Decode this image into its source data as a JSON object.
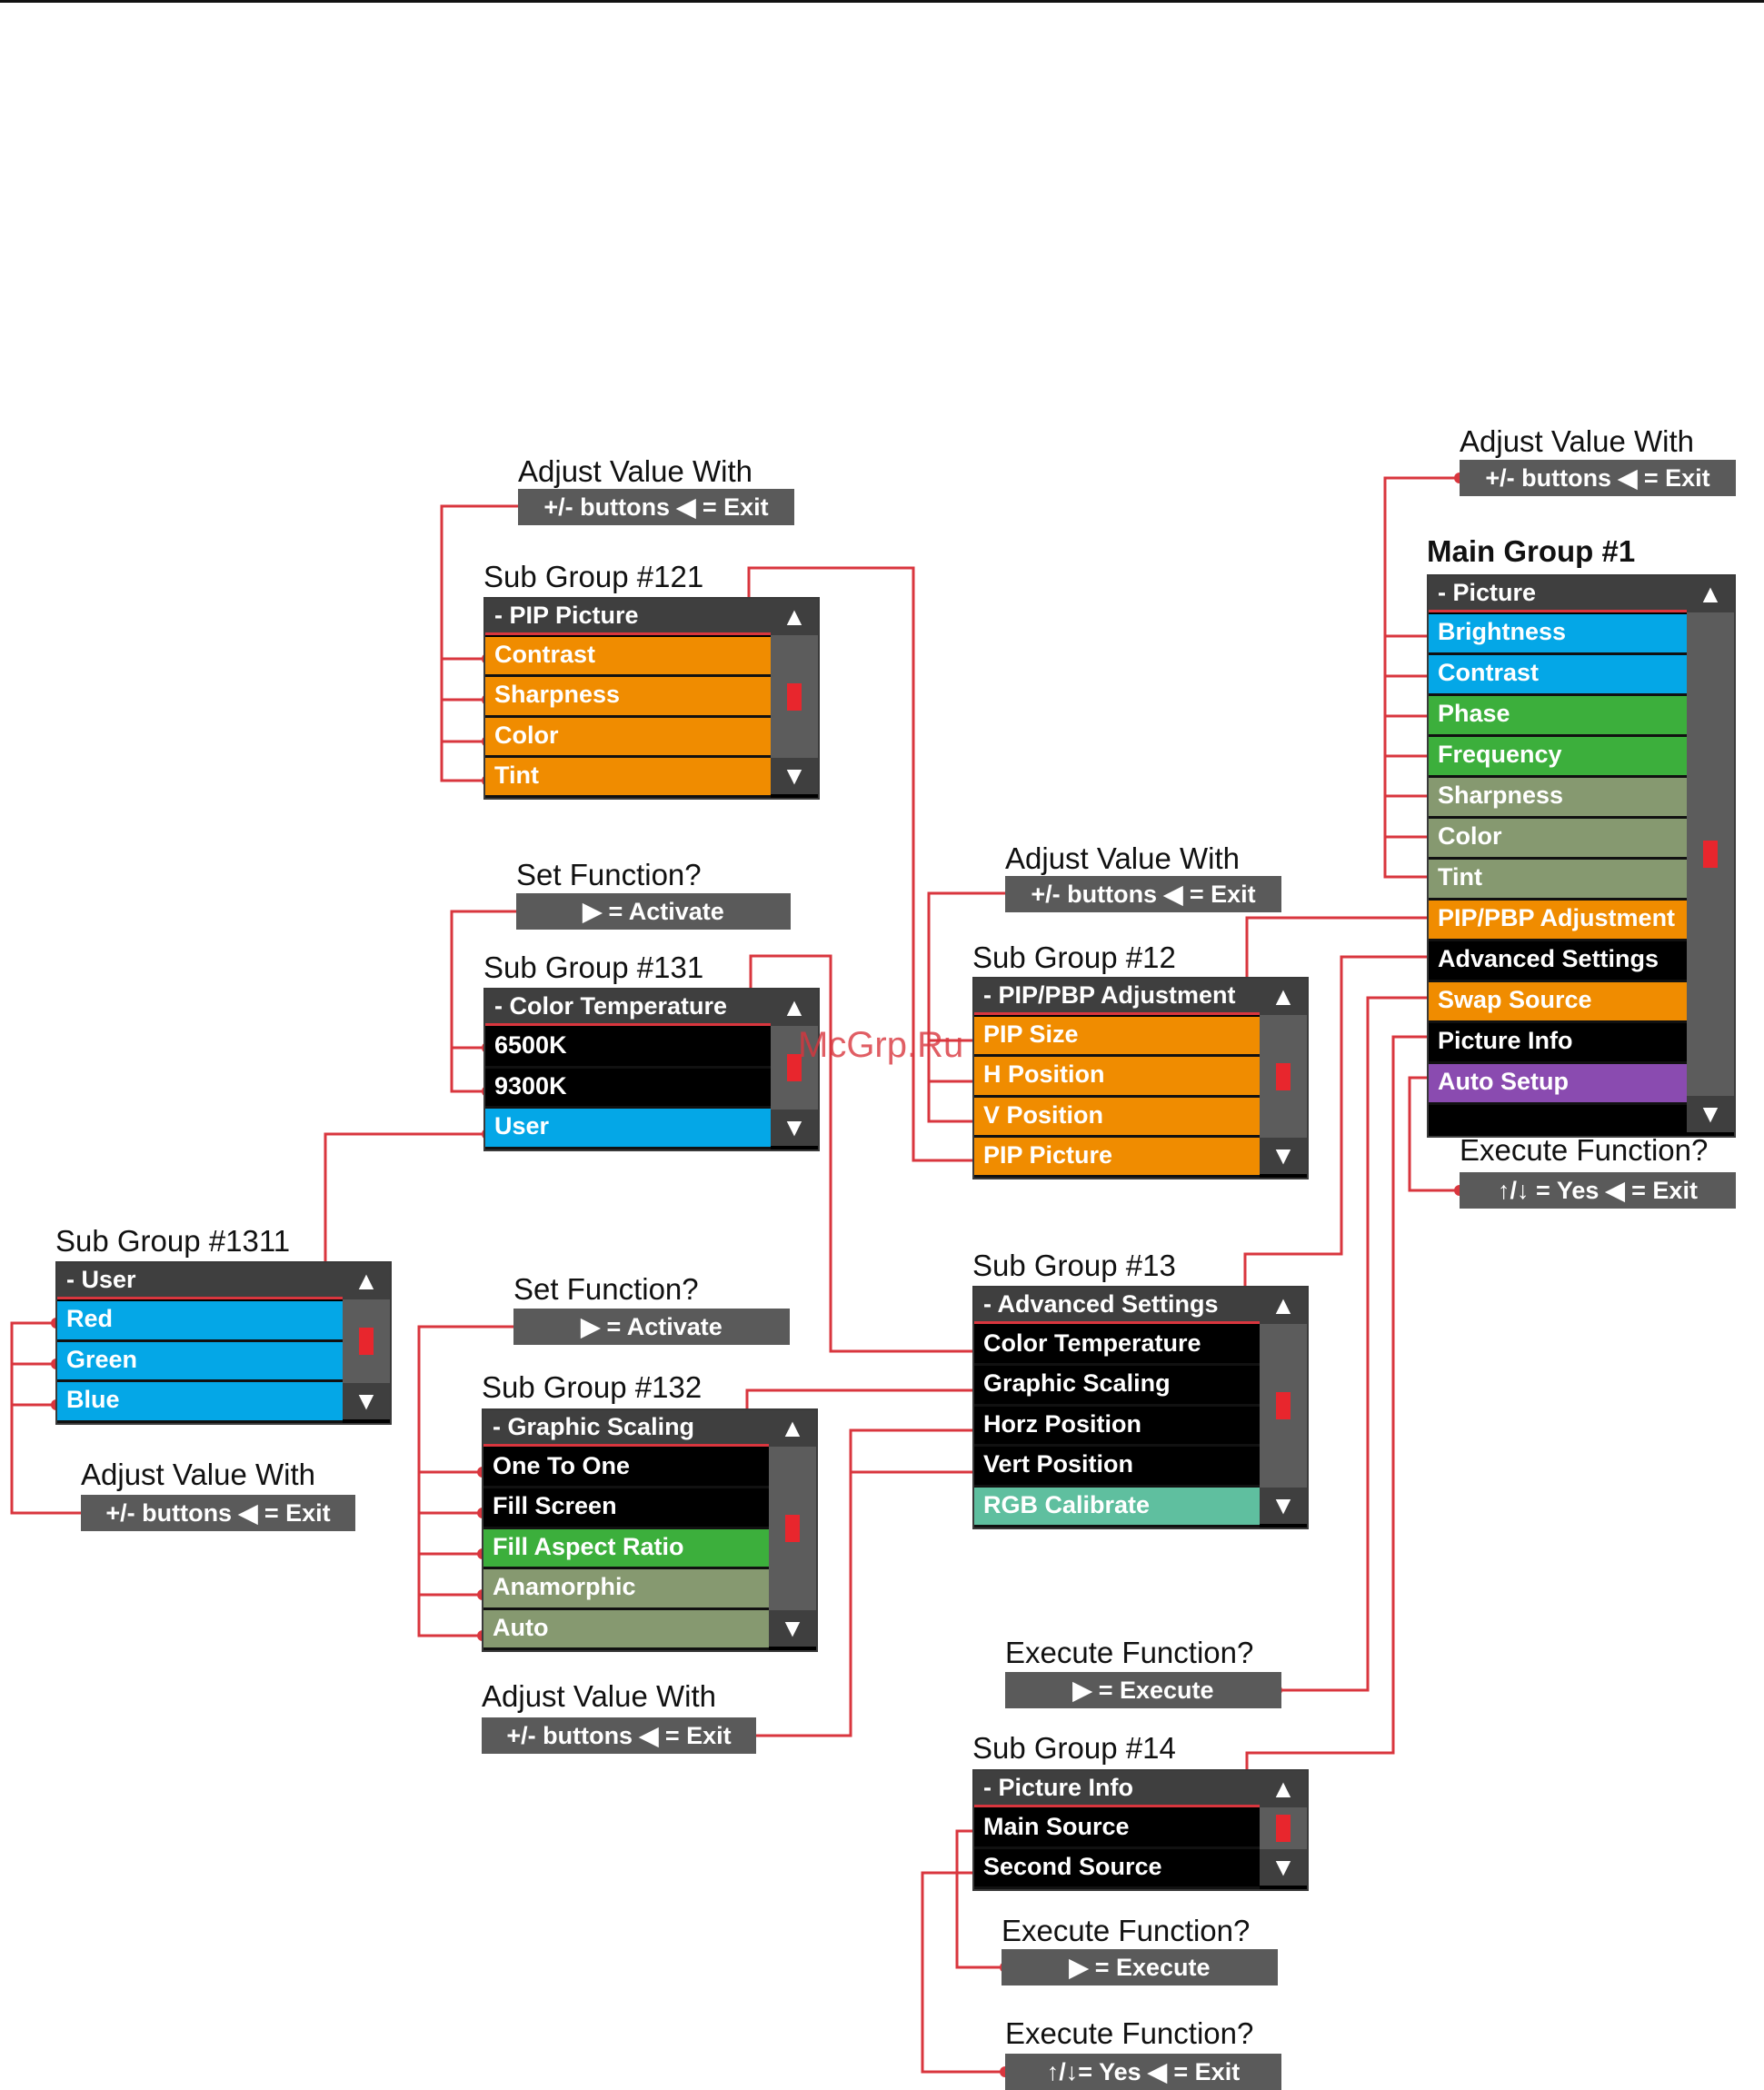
{
  "colors": {
    "blue": "#04a7e7",
    "orange": "#f08c00",
    "green": "#3caf3c",
    "olive": "#869970",
    "black": "#000000",
    "purple": "#8a4bb0",
    "teal": "#5fbf9f",
    "wire": "#d9363e",
    "hint_bg": "#5a5a5a"
  },
  "watermark": "McGrp.Ru",
  "captions": [
    {
      "id": "c-adj-121",
      "text": "Adjust Value With"
    },
    {
      "id": "c-sg121",
      "text": "Sub Group #121"
    },
    {
      "id": "c-set-131",
      "text": "Set Function?"
    },
    {
      "id": "c-sg131",
      "text": "Sub Group #131"
    },
    {
      "id": "c-sg1311",
      "text": "Sub Group #1311"
    },
    {
      "id": "c-adj-1311",
      "text": "Adjust Value With"
    },
    {
      "id": "c-set-132",
      "text": "Set Function?"
    },
    {
      "id": "c-sg132",
      "text": "Sub Group #132"
    },
    {
      "id": "c-adj-132",
      "text": "Adjust Value With"
    },
    {
      "id": "c-adj-12",
      "text": "Adjust Value With"
    },
    {
      "id": "c-sg12",
      "text": "Sub Group #12"
    },
    {
      "id": "c-sg13",
      "text": "Sub Group #13"
    },
    {
      "id": "c-exec-13",
      "text": "Execute Function?"
    },
    {
      "id": "c-sg14",
      "text": "Sub Group #14"
    },
    {
      "id": "c-exec-14",
      "text": "Execute Function?"
    },
    {
      "id": "c-exec-bottom",
      "text": "Execute Function?"
    },
    {
      "id": "c-adj-main",
      "text": "Adjust Value With"
    },
    {
      "id": "c-main",
      "text": "Main Group #1"
    },
    {
      "id": "c-exec-main",
      "text": "Execute Function?"
    }
  ],
  "hints": [
    {
      "id": "h-adj-121",
      "text": "+/- buttons ◀ = Exit"
    },
    {
      "id": "h-set-131",
      "text": "▶ = Activate"
    },
    {
      "id": "h-adj-1311",
      "text": "+/- buttons ◀ = Exit"
    },
    {
      "id": "h-set-132",
      "text": "▶ = Activate"
    },
    {
      "id": "h-adj-132",
      "text": "+/- buttons ◀ = Exit"
    },
    {
      "id": "h-adj-12",
      "text": "+/- buttons ◀ = Exit"
    },
    {
      "id": "h-exec-13",
      "text": "▶ = Execute"
    },
    {
      "id": "h-exec-14",
      "text": "▶ = Execute"
    },
    {
      "id": "h-exec-bottom",
      "text": "↑/↓= Yes   ◀ = Exit"
    },
    {
      "id": "h-adj-main",
      "text": "+/- buttons ◀ = Exit"
    },
    {
      "id": "h-exec-main",
      "text": "↑/↓ = Yes   ◀ = Exit"
    }
  ],
  "scroll": {
    "up": "▲",
    "down": "▼"
  },
  "menus": [
    {
      "id": "main",
      "header": "- Picture",
      "scroll": "tall",
      "items": [
        {
          "label": "Brightness",
          "color": "blue"
        },
        {
          "label": "Contrast",
          "color": "blue"
        },
        {
          "label": "Phase",
          "color": "green"
        },
        {
          "label": "Frequency",
          "color": "green"
        },
        {
          "label": "Sharpness",
          "color": "olive"
        },
        {
          "label": "Color",
          "color": "olive"
        },
        {
          "label": "Tint",
          "color": "olive"
        },
        {
          "label": "PIP/PBP Adjustment",
          "color": "orange"
        },
        {
          "label": "Advanced Settings",
          "color": "black"
        },
        {
          "label": "Swap Source",
          "color": "orange"
        },
        {
          "label": "Picture Info",
          "color": "black"
        },
        {
          "label": "Auto Setup",
          "color": "purple"
        }
      ]
    },
    {
      "id": "sg121",
      "header": "- PIP Picture",
      "items": [
        {
          "label": "Contrast",
          "color": "orange"
        },
        {
          "label": "Sharpness",
          "color": "orange"
        },
        {
          "label": "Color",
          "color": "orange"
        },
        {
          "label": "Tint",
          "color": "orange"
        }
      ]
    },
    {
      "id": "sg131",
      "header": "- Color Temperature",
      "items": [
        {
          "label": "6500K",
          "color": "black"
        },
        {
          "label": "9300K",
          "color": "black"
        },
        {
          "label": "User",
          "color": "blue"
        }
      ]
    },
    {
      "id": "sg1311",
      "header": "- User",
      "items": [
        {
          "label": "Red",
          "color": "blue"
        },
        {
          "label": "Green",
          "color": "blue"
        },
        {
          "label": "Blue",
          "color": "blue"
        }
      ]
    },
    {
      "id": "sg132",
      "header": "- Graphic Scaling",
      "items": [
        {
          "label": "One To One",
          "color": "black"
        },
        {
          "label": "Fill Screen",
          "color": "black"
        },
        {
          "label": "Fill Aspect Ratio",
          "color": "green"
        },
        {
          "label": "Anamorphic",
          "color": "olive"
        },
        {
          "label": "Auto",
          "color": "olive"
        }
      ]
    },
    {
      "id": "sg12",
      "header": "- PIP/PBP Adjustment",
      "items": [
        {
          "label": "PIP Size",
          "color": "orange"
        },
        {
          "label": "H Position",
          "color": "orange"
        },
        {
          "label": "V Position",
          "color": "orange"
        },
        {
          "label": "PIP Picture",
          "color": "orange"
        }
      ]
    },
    {
      "id": "sg13",
      "header": "- Advanced Settings",
      "items": [
        {
          "label": "Color Temperature",
          "color": "black"
        },
        {
          "label": "Graphic Scaling",
          "color": "black"
        },
        {
          "label": "Horz Position",
          "color": "black"
        },
        {
          "label": "Vert Position",
          "color": "black"
        },
        {
          "label": "RGB Calibrate",
          "color": "teal"
        }
      ]
    },
    {
      "id": "sg14",
      "header": "- Picture Info",
      "items": [
        {
          "label": "Main Source",
          "color": "black"
        },
        {
          "label": "Second Source",
          "color": "black"
        }
      ]
    }
  ]
}
